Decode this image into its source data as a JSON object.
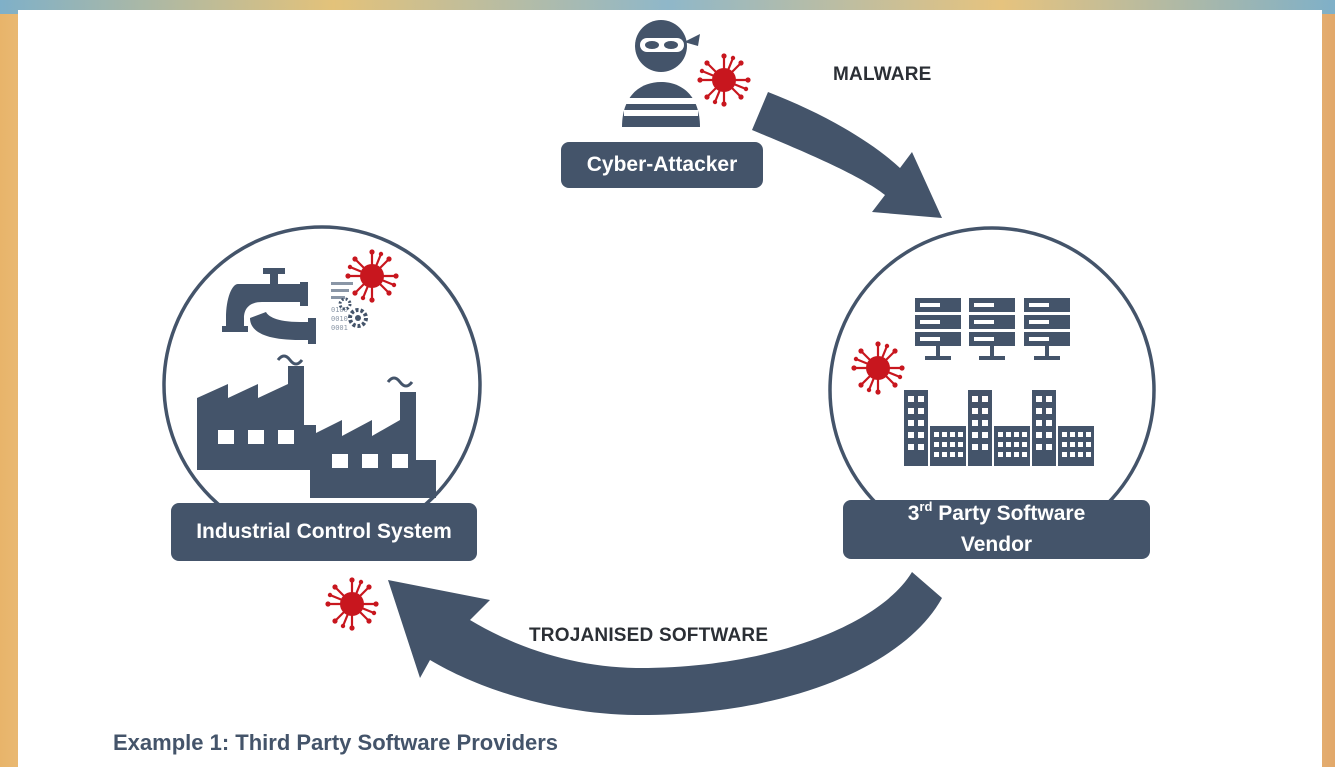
{
  "nodes": {
    "attacker_label": "Cyber-Attacker",
    "ics_label": "Industrial Control System",
    "vendor_label_sup": "rd",
    "vendor_label_pre": "3",
    "vendor_label_line1_rest": " Party Software",
    "vendor_label_line2": "Vendor"
  },
  "flows": {
    "malware_label": "MALWARE",
    "trojan_label": "TROJANISED SOFTWARE"
  },
  "caption": "Example 1: Third Party Software Providers",
  "colors": {
    "primary": "#44546a",
    "virus": "#c8161e",
    "text": "#2b2f35"
  },
  "icons": [
    "attacker-icon",
    "virus-icon",
    "server-rack-icon",
    "office-building-icon",
    "factory-icon",
    "pipe-valve-icon",
    "gear-code-icon"
  ]
}
